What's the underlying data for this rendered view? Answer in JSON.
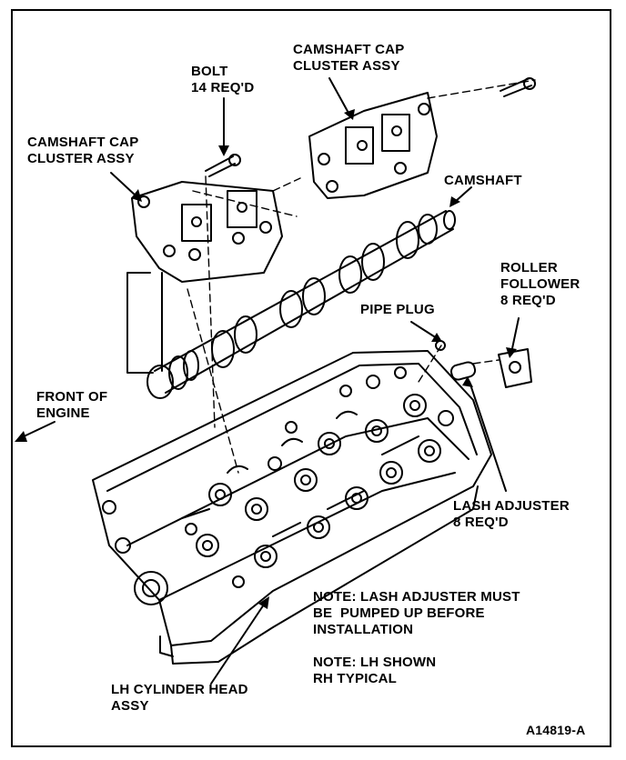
{
  "labels": {
    "bolt": [
      "BOLT",
      "14 REQ'D"
    ],
    "cap_left": [
      "CAMSHAFT CAP",
      "CLUSTER ASSY"
    ],
    "cap_right": [
      "CAMSHAFT CAP",
      "CLUSTER ASSY"
    ],
    "camshaft": "CAMSHAFT",
    "roller": [
      "ROLLER",
      "FOLLOWER",
      "8 REQ'D"
    ],
    "pipe_plug": "PIPE PLUG",
    "front": [
      "FRONT OF",
      "ENGINE"
    ],
    "lash": [
      "LASH ADJUSTER",
      "8 REQ'D"
    ],
    "note1": [
      "NOTE: LASH ADJUSTER MUST",
      "BE  PUMPED UP BEFORE",
      "INSTALLATION"
    ],
    "note2": [
      "NOTE: LH SHOWN",
      "RH TYPICAL"
    ],
    "head": [
      "LH CYLINDER HEAD",
      "ASSY"
    ],
    "figure_id": "A14819-A"
  }
}
